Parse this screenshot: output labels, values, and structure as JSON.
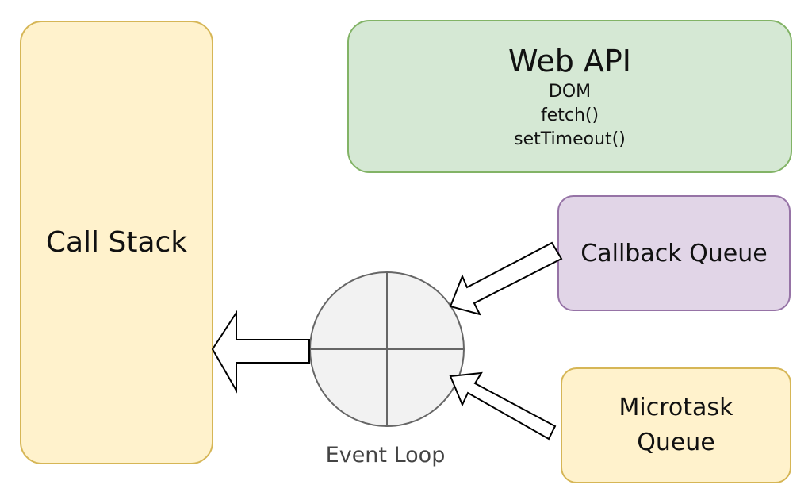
{
  "call_stack": {
    "label": "Call Stack"
  },
  "web_api": {
    "title": "Web API",
    "items": [
      "DOM",
      "fetch()",
      "setTimeout()"
    ]
  },
  "callback_queue": {
    "label": "Callback Queue"
  },
  "microtask_queue": {
    "label_line1": "Microtask",
    "label_line2": "Queue"
  },
  "event_loop": {
    "label": "Event Loop"
  },
  "colors": {
    "call_stack_fill": "#fff2cc",
    "web_api_fill": "#d5e8d4",
    "callback_queue_fill": "#e1d5e7",
    "microtask_queue_fill": "#fff2cc",
    "event_loop_fill": "#f2f2f2"
  }
}
